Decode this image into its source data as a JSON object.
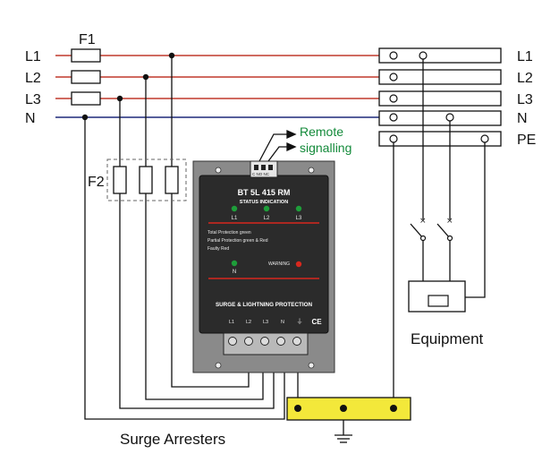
{
  "lines_left": [
    "L1",
    "L2",
    "L3",
    "N"
  ],
  "lines_right": [
    "L1",
    "L2",
    "L3",
    "N",
    "PE"
  ],
  "fuse_f1": "F1",
  "fuse_f2": "F2",
  "remote": {
    "line1": "Remote",
    "line2": "signalling"
  },
  "connector_labels": "C  NO  NC",
  "connector_sub": "Remote signalling",
  "device": {
    "model": "BT 5L 415 RM",
    "subtitle": "STATUS  INDICATION",
    "leds": [
      "L1",
      "L2",
      "L3"
    ],
    "status_total": "Total Protection  green",
    "status_partial": "Partial Protection  green & Red",
    "status_faulty": "Faulty  Red",
    "n_label": "N",
    "warning": "WARNING",
    "banner": "SURGE & LIGHTNING PROTECTION",
    "terminals": [
      "L1",
      "L2",
      "L3",
      "N",
      "⏚"
    ],
    "ce": "CE"
  },
  "equipment_label": "Equipment",
  "caption": "Surge Arresters",
  "colors": {
    "phase": "#c0392b",
    "neutral": "#1f2a7a",
    "device": "#2b2b2b",
    "led_green": "#1e9e3a",
    "led_red": "#d8281e",
    "earth_bar": "#f3e83a",
    "remote_text": "#138a3a"
  }
}
